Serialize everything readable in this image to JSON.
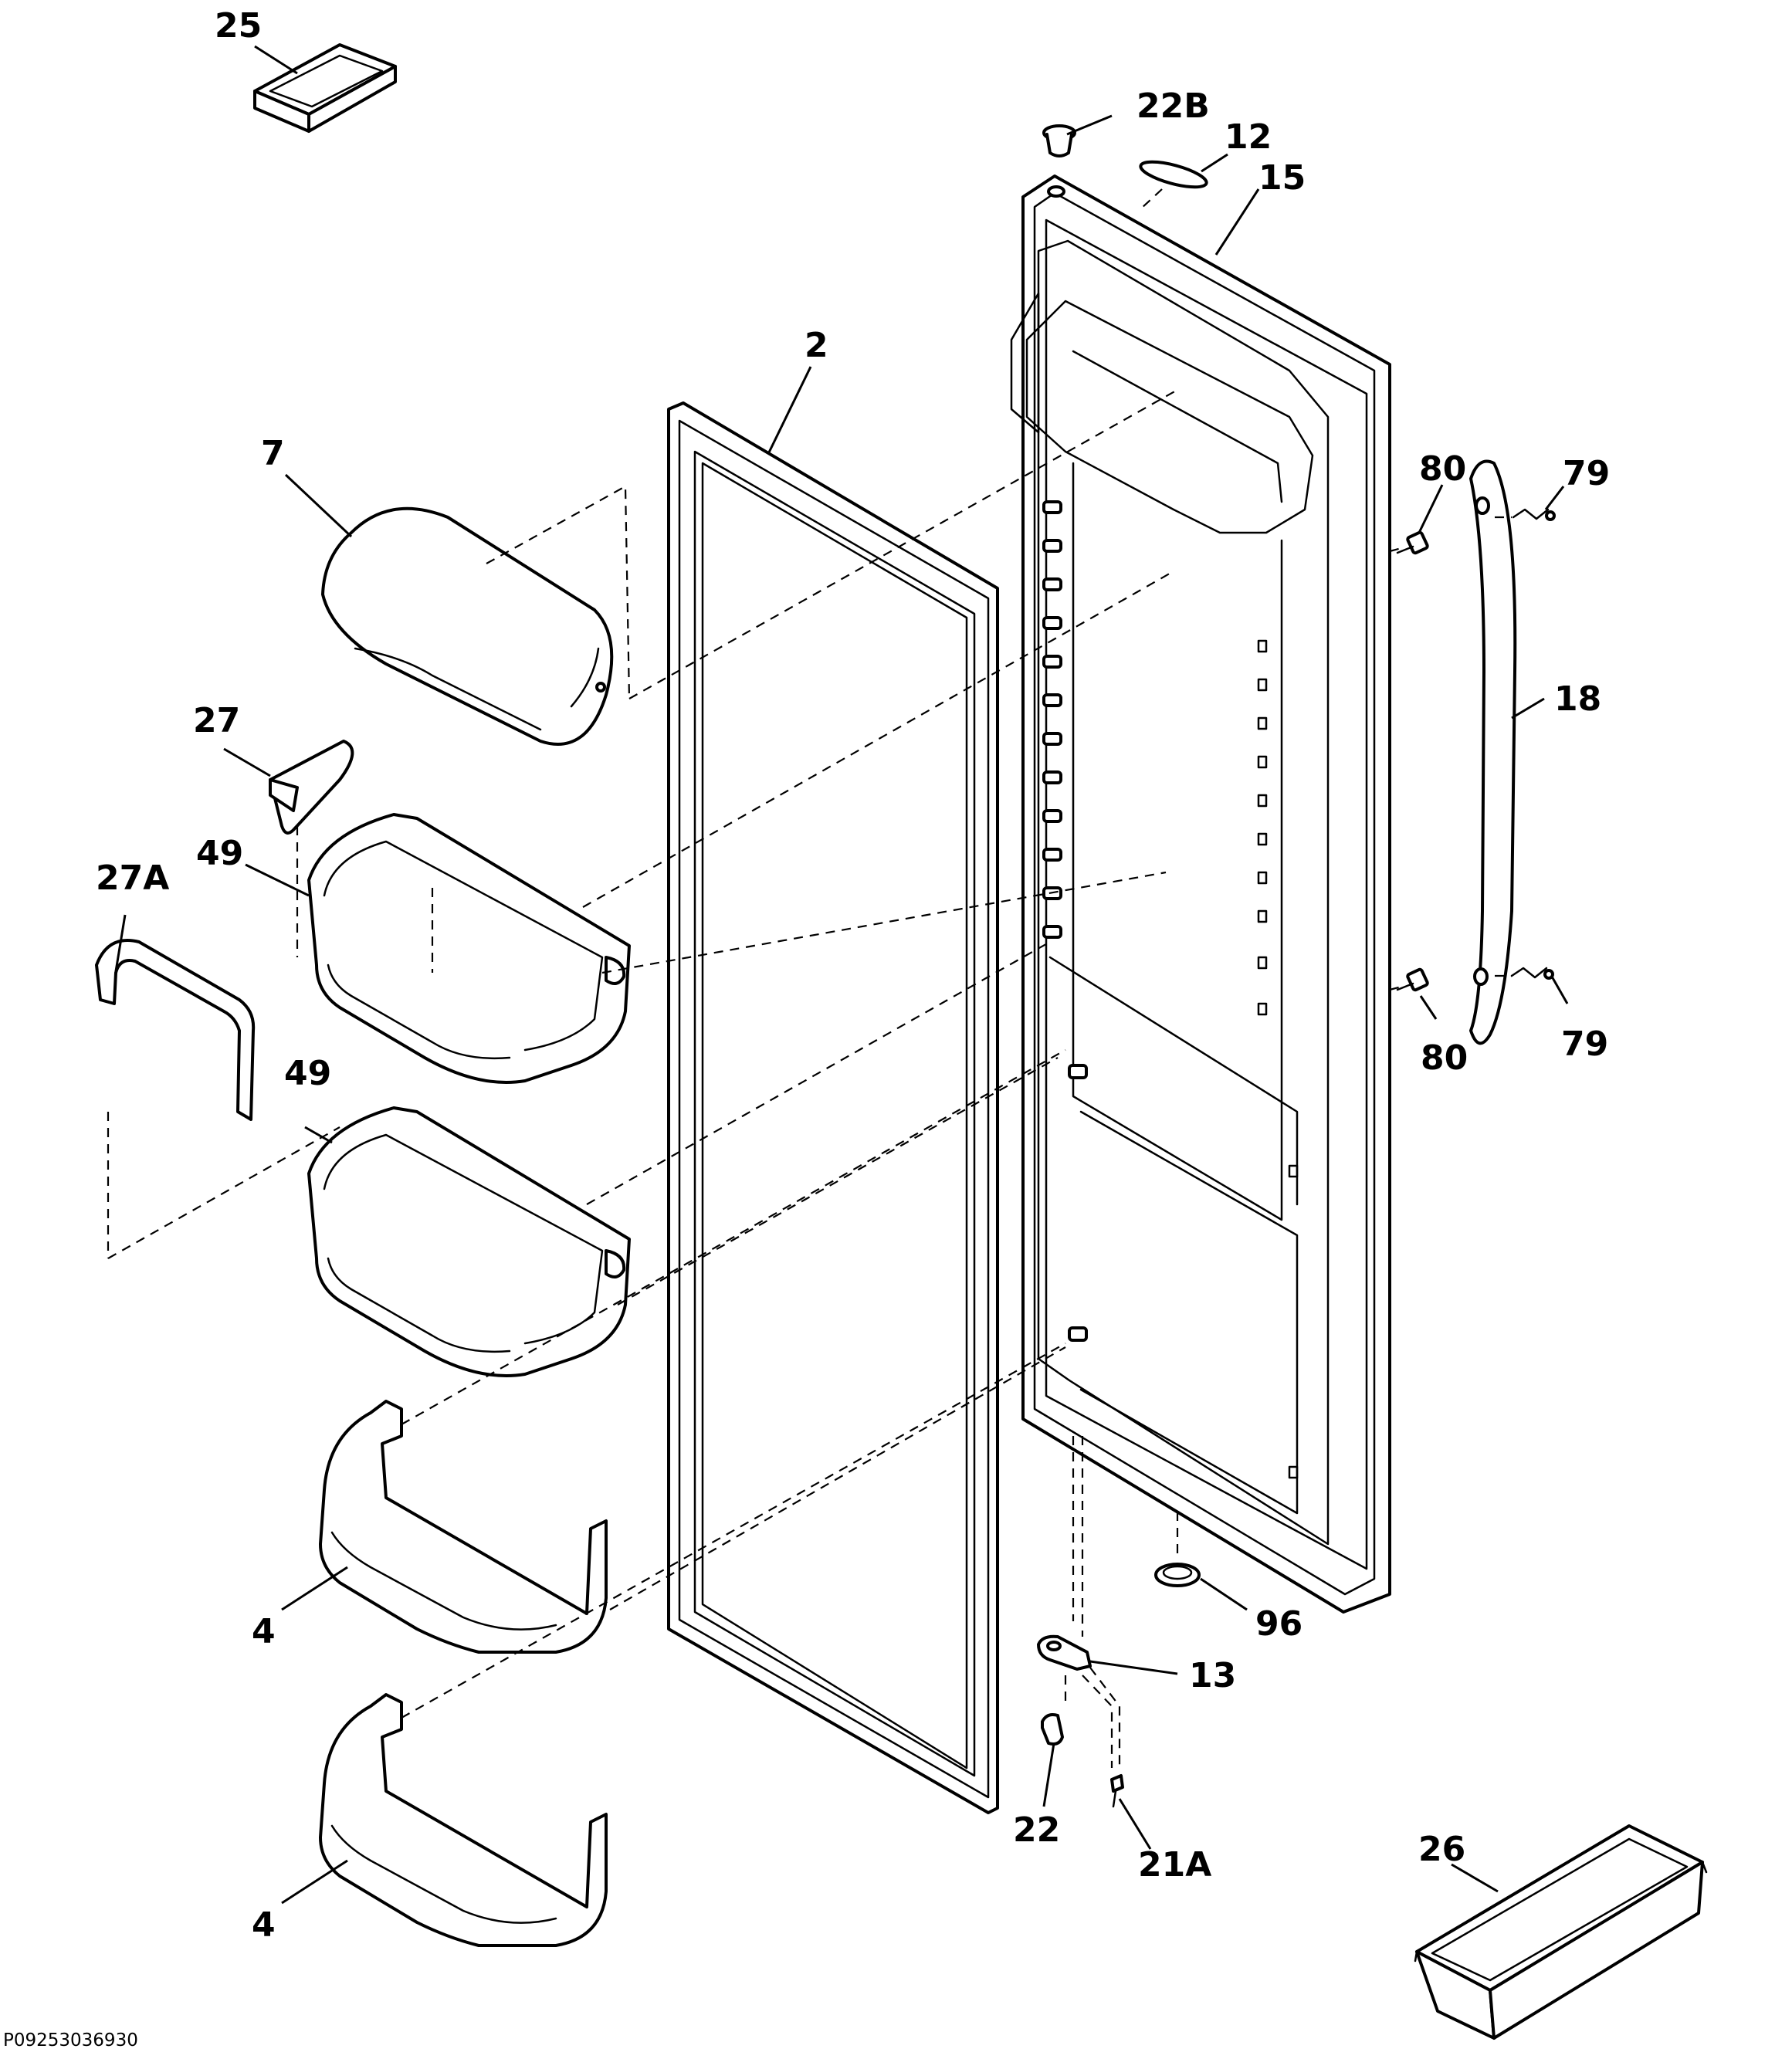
{
  "document_id": "P09253036930",
  "callouts": [
    {
      "id": "c25",
      "text": "25"
    },
    {
      "id": "c22B",
      "text": "22B"
    },
    {
      "id": "c12",
      "text": "12"
    },
    {
      "id": "c15",
      "text": "15"
    },
    {
      "id": "c2",
      "text": "2"
    },
    {
      "id": "c7",
      "text": "7"
    },
    {
      "id": "c80a",
      "text": "80"
    },
    {
      "id": "c79a",
      "text": "79"
    },
    {
      "id": "c18",
      "text": "18"
    },
    {
      "id": "c27",
      "text": "27"
    },
    {
      "id": "c49a",
      "text": "49"
    },
    {
      "id": "c27A",
      "text": "27A"
    },
    {
      "id": "c80b",
      "text": "80"
    },
    {
      "id": "c79b",
      "text": "79"
    },
    {
      "id": "c49b",
      "text": "49"
    },
    {
      "id": "c4a",
      "text": "4"
    },
    {
      "id": "c96",
      "text": "96"
    },
    {
      "id": "c13",
      "text": "13"
    },
    {
      "id": "c22",
      "text": "22"
    },
    {
      "id": "c21A",
      "text": "21A"
    },
    {
      "id": "c26",
      "text": "26"
    },
    {
      "id": "c4b",
      "text": "4"
    }
  ]
}
